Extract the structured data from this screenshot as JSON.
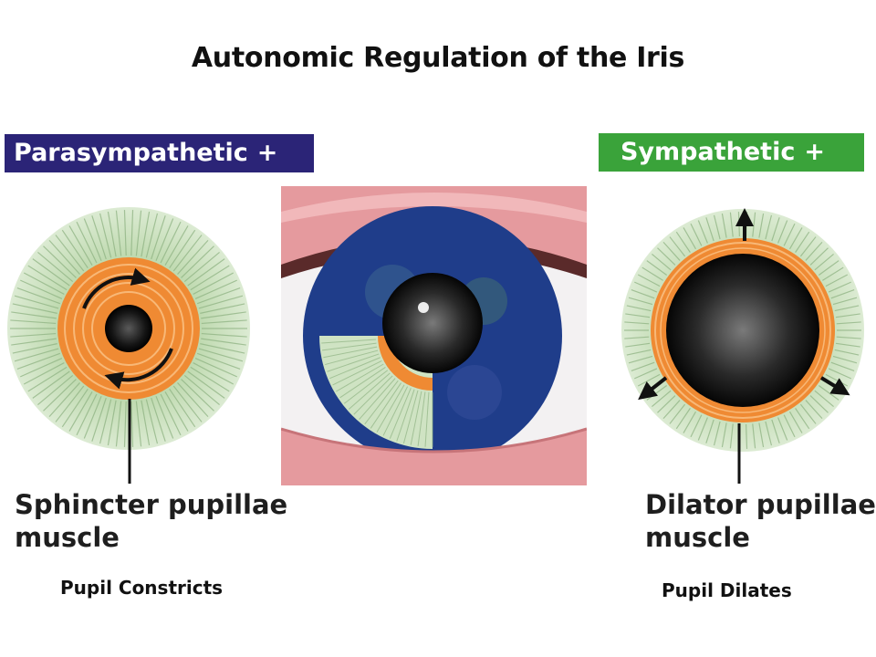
{
  "title": "Autonomic Regulation of the Iris",
  "parasympathetic": {
    "banner_label": "Parasympathetic",
    "banner_sign": "+",
    "banner_color": "#2b2477",
    "muscle_label_line1": "Sphincter pupillae",
    "muscle_label_line2": "muscle",
    "caption": "Pupil Constricts"
  },
  "sympathetic": {
    "banner_label": "Sympathetic",
    "banner_sign": "+",
    "banner_color": "#3aa33a",
    "muscle_label_line1": "Dilator pupillae",
    "muscle_label_line2": "muscle",
    "caption": "Pupil Dilates"
  },
  "colors": {
    "iris_green": "#cfe3c3",
    "muscle_orange": "#ef8a33",
    "iris_blue": "#1f3d8a",
    "lid_pink": "#e59a9e",
    "pupil": "#111111"
  }
}
